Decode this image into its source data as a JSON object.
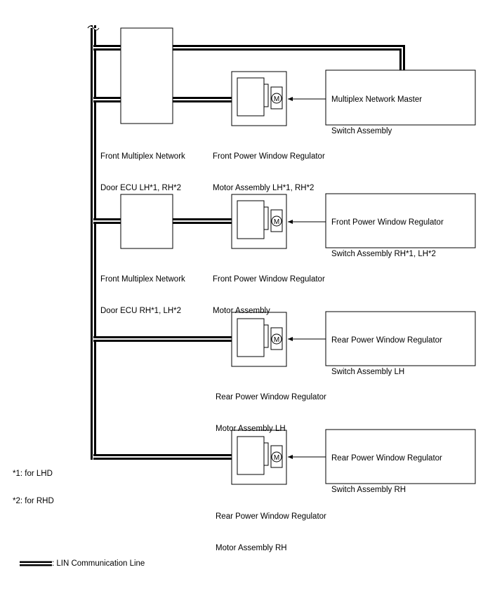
{
  "components": {
    "master_switch": [
      "Multiplex Network Master",
      "Switch Assembly"
    ],
    "front_ecu_1": [
      "Front Multiplex Network",
      "Door ECU LH*1, RH*2"
    ],
    "front_motor_1": [
      "Front Power Window Regulator",
      "Motor Assembly LH*1, RH*2"
    ],
    "front_switch_2": [
      "Front Power Window Regulator",
      "Switch Assembly RH*1, LH*2"
    ],
    "front_ecu_2": [
      "Front Multiplex Network",
      "Door ECU RH*1, LH*2"
    ],
    "front_motor_2": [
      "Front Power Window Regulator",
      "Motor Assembly"
    ],
    "rear_switch_lh": [
      "Rear Power Window Regulator",
      "Switch Assembly LH"
    ],
    "rear_motor_lh": [
      "Rear Power Window Regulator",
      "Motor Assembly LH"
    ],
    "rear_switch_rh": [
      "Rear Power Window Regulator",
      "Switch Assembly RH"
    ],
    "rear_motor_rh": [
      "Rear Power Window Regulator",
      "Motor Assembly RH"
    ]
  },
  "motor_symbol": "M",
  "notes": {
    "note1": "*1: for LHD",
    "note2": "*2: for RHD"
  },
  "legend": {
    "lin_line": ": LIN Communication Line"
  }
}
